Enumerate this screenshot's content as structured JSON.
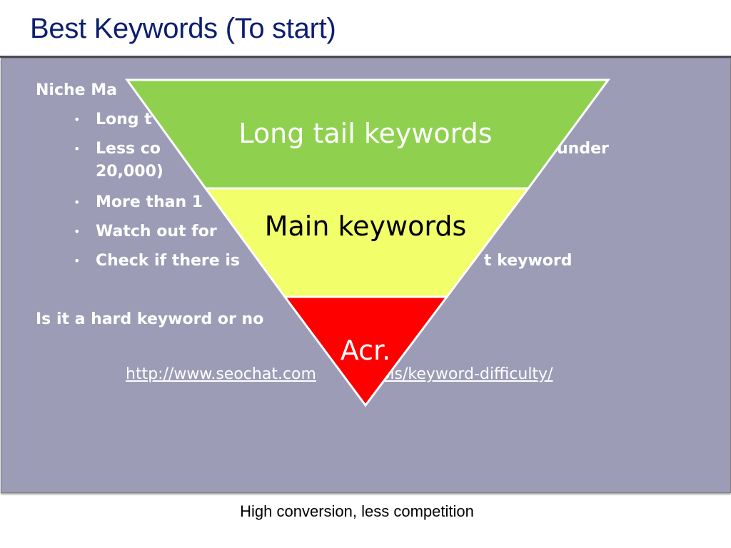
{
  "slide": {
    "title": "Best Keywords (To start)",
    "intro_line": "Niche Ma",
    "bullets": [
      {
        "text": "Long t"
      },
      {
        "text": "Less co",
        "right_fragment": "under",
        "continuation": "20,000)"
      },
      {
        "text": "More than 1"
      },
      {
        "text": "Watch out for"
      },
      {
        "text": "Check if there is",
        "right_fragment": "t keyword"
      }
    ],
    "question": "Is it a hard keyword or no",
    "link": {
      "prefix": "http://www.seochat.com",
      "suffix": "-tools/keyword-difficulty/"
    },
    "caption": "High conversion, less competition"
  },
  "funnel": {
    "layers": [
      {
        "label": "Long tail keywords",
        "color": "#8fd14f"
      },
      {
        "label": "Main keywords",
        "color": "#f2fe6a"
      },
      {
        "label": "Acr.",
        "color": "#ff0000"
      }
    ]
  },
  "colors": {
    "title": "#0c1f6e",
    "panel": "#9c9cb6",
    "text": "#ffffff",
    "funnel_outline": "#ffffff"
  }
}
